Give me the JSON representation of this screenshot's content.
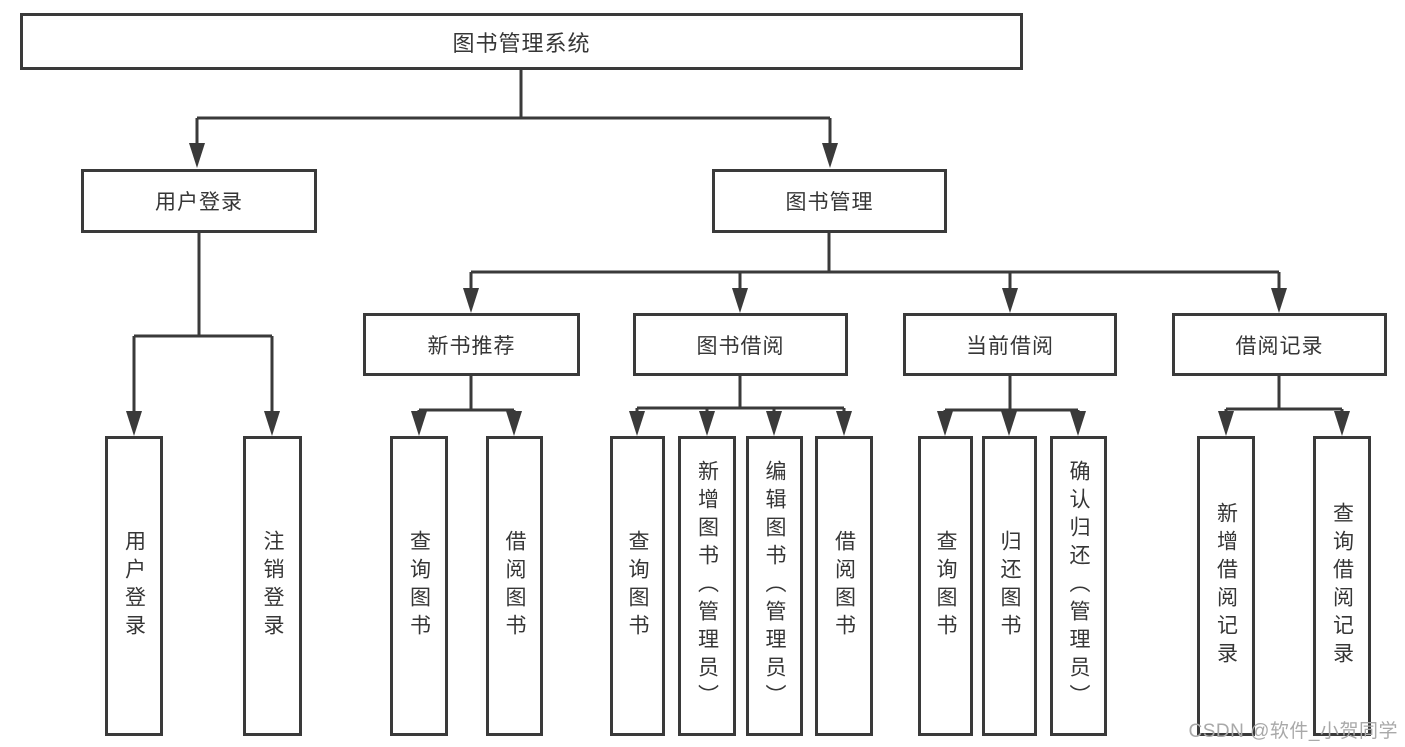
{
  "diagram": {
    "root": {
      "label": "图书管理系统"
    },
    "branches": [
      {
        "label": "用户登录",
        "children": [
          {
            "label": "用户登录"
          },
          {
            "label": "注销登录"
          }
        ]
      },
      {
        "label": "图书管理",
        "children": [
          {
            "label": "新书推荐",
            "children": [
              {
                "label": "查询图书"
              },
              {
                "label": "借阅图书"
              }
            ]
          },
          {
            "label": "图书借阅",
            "children": [
              {
                "label": "查询图书"
              },
              {
                "label": "新增图书（管理员）"
              },
              {
                "label": "编辑图书（管理员）"
              },
              {
                "label": "借阅图书"
              }
            ]
          },
          {
            "label": "当前借阅",
            "children": [
              {
                "label": "查询图书"
              },
              {
                "label": "归还图书"
              },
              {
                "label": "确认归还（管理员）"
              }
            ]
          },
          {
            "label": "借阅记录",
            "children": [
              {
                "label": "新增借阅记录"
              },
              {
                "label": "查询借阅记录"
              }
            ]
          }
        ]
      }
    ]
  },
  "watermark": {
    "text": "CSDN @软件_小贺同学"
  },
  "colors": {
    "line": "#3a3a3a",
    "text": "#363636",
    "watermark": "#a9a9a9",
    "background": "#ffffff"
  }
}
